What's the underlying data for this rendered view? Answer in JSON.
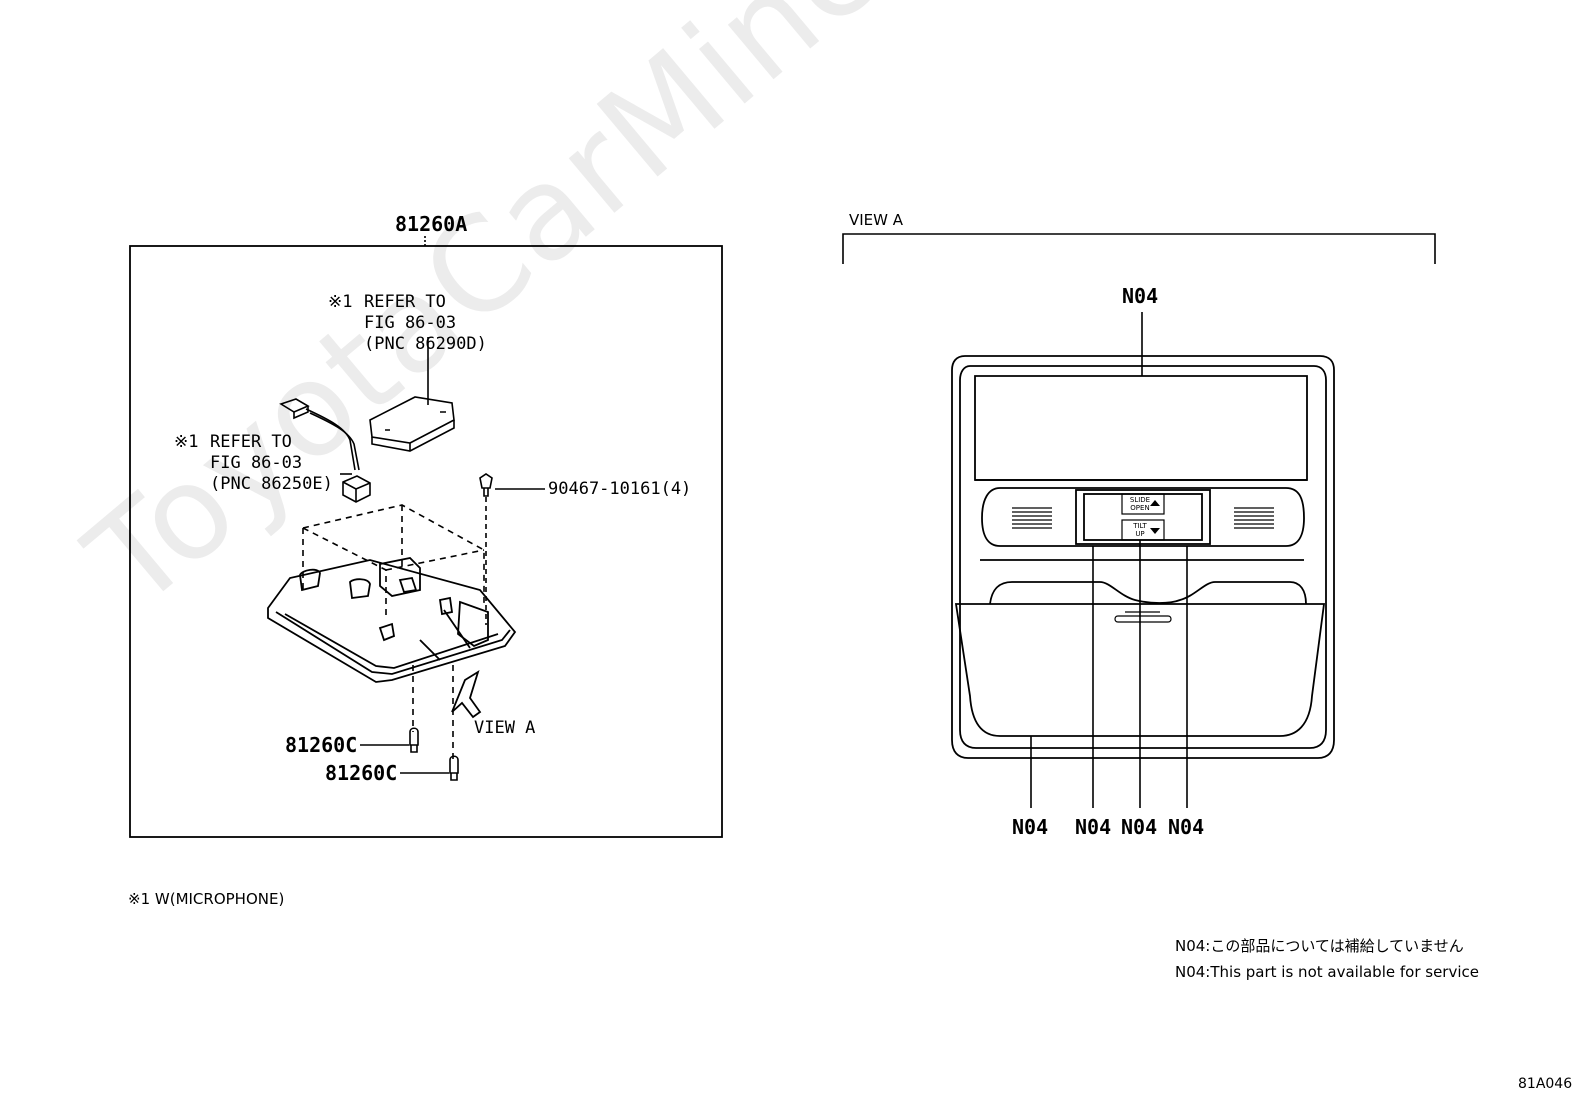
{
  "watermark": "ToyotaCarMine.ru",
  "left_diagram": {
    "assembly_part": "81260A",
    "ref1": {
      "mark": "※1",
      "line1": "REFER TO",
      "line2": "FIG 86-03",
      "line3": "(PNC 86290D)"
    },
    "ref2": {
      "mark": "※1",
      "line1": "REFER TO",
      "line2": "FIG 86-03",
      "line3": "(PNC 86250E)"
    },
    "clip_part": "90467-10161(4)",
    "bulb_part_1": "81260C",
    "bulb_part_2": "81260C",
    "view_label": "VIEW A"
  },
  "right_diagram": {
    "view_title": "VIEW A",
    "top_label": "N04",
    "switch1_line1": "SLIDE",
    "switch1_line2": "OPEN",
    "switch2_line1": "TILT",
    "switch2_line2": "UP",
    "bottom_labels": [
      "N04",
      "N04",
      "N04",
      "N04"
    ]
  },
  "footnote": "※1 W(MICROPHONE)",
  "notes": {
    "jp": "N04:この部品については補給していません",
    "en": "N04:This part is not available for service"
  },
  "figure_code": "81A046"
}
